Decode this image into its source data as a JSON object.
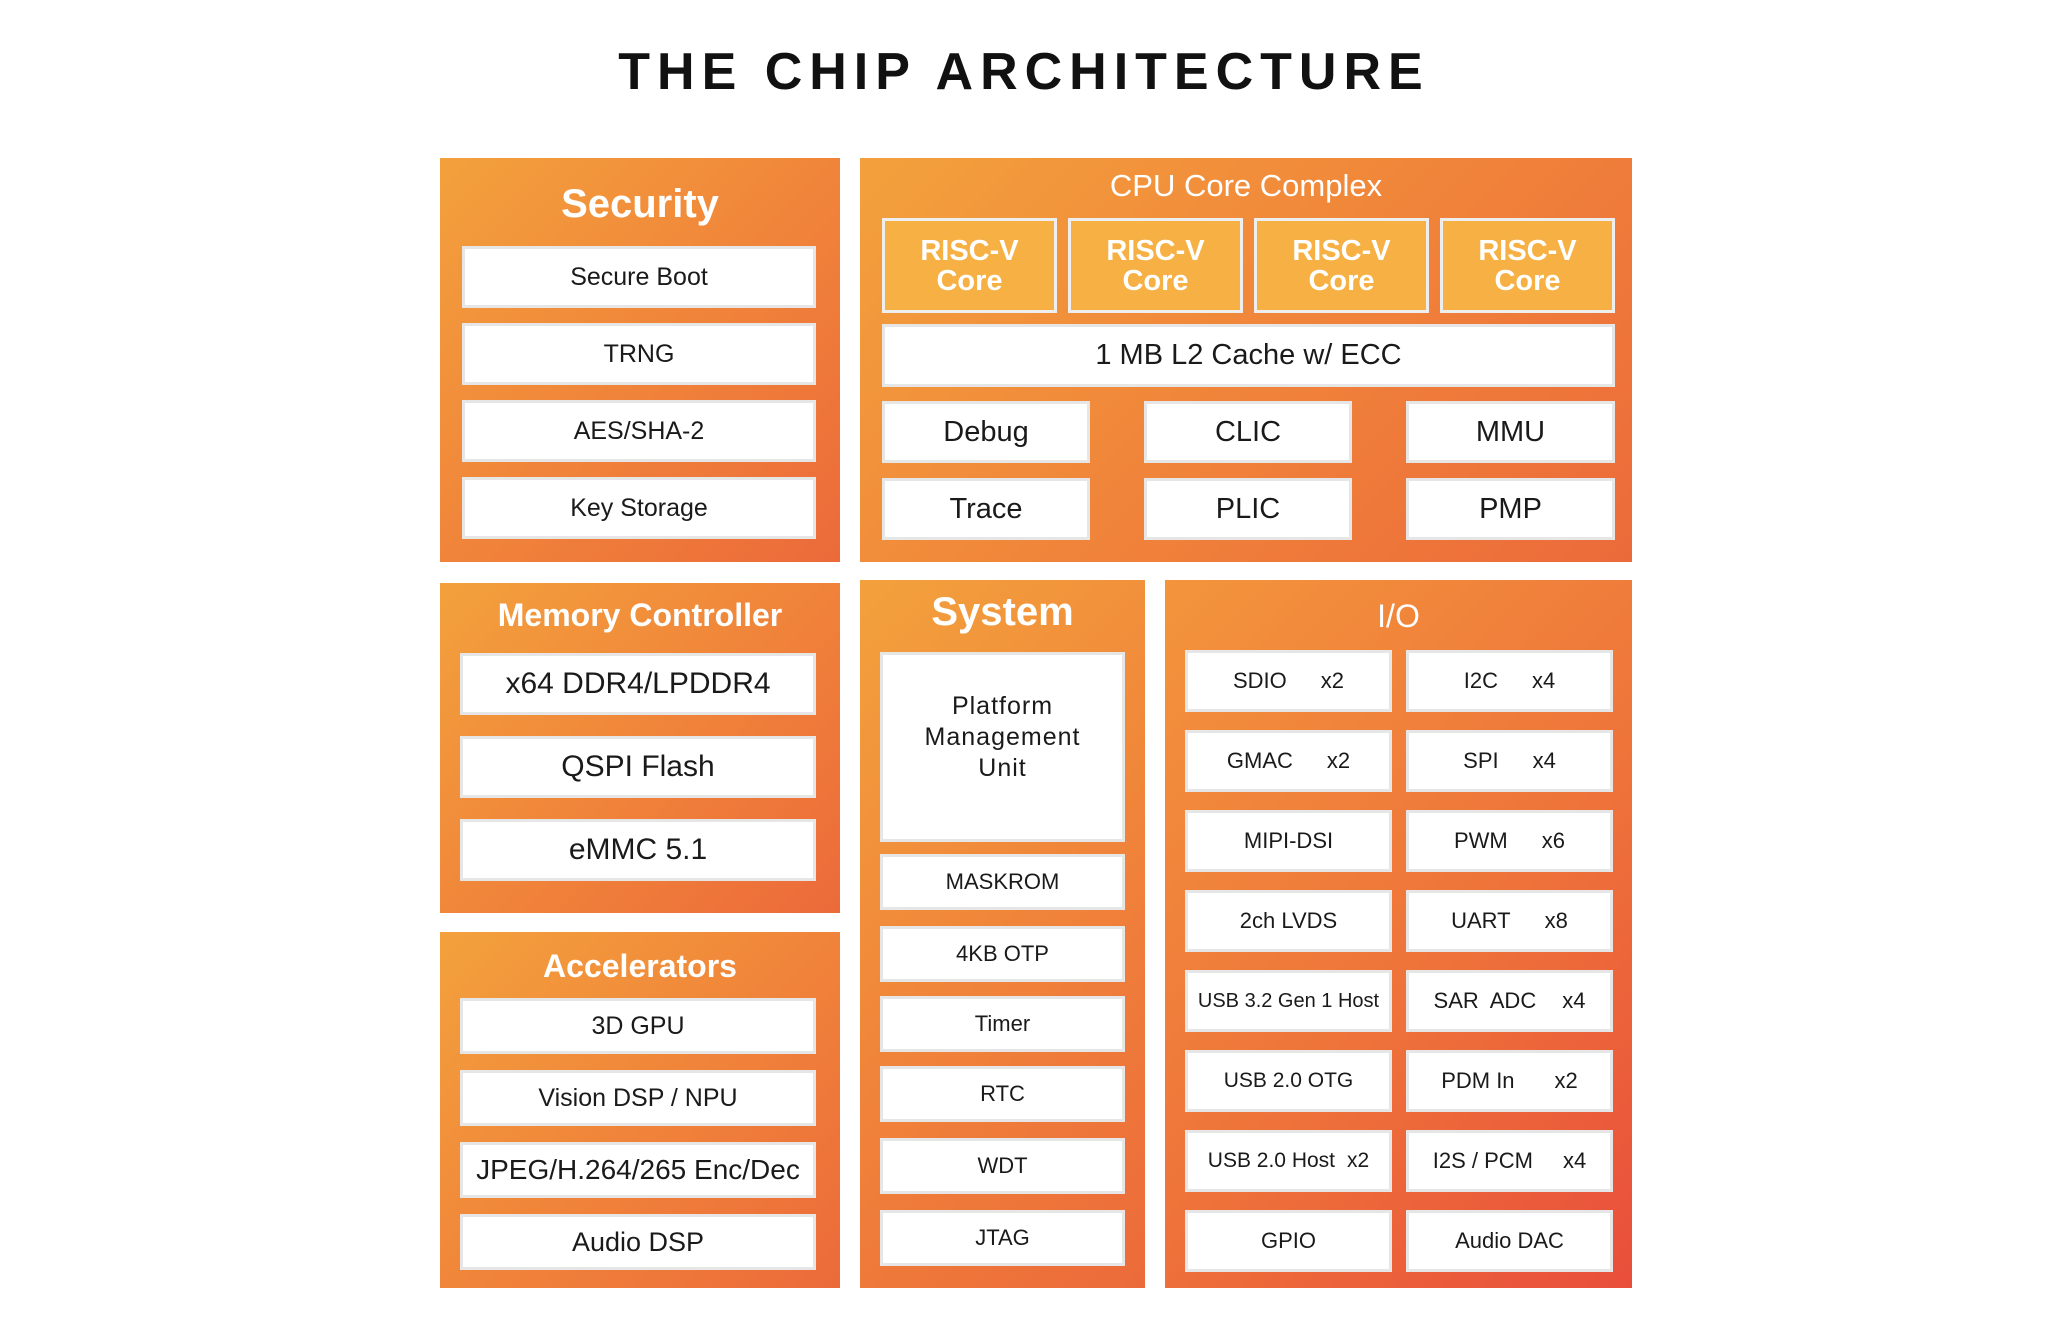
{
  "title": "THE CHIP ARCHITECTURE",
  "security": {
    "title": "Security",
    "items": [
      "Secure Boot",
      "TRNG",
      "AES/SHA-2",
      "Key Storage"
    ]
  },
  "cpu": {
    "title": "CPU Core Complex",
    "cores": [
      {
        "line1": "RISC-V",
        "line2": "Core"
      },
      {
        "line1": "RISC-V",
        "line2": "Core"
      },
      {
        "line1": "RISC-V",
        "line2": "Core"
      },
      {
        "line1": "RISC-V",
        "line2": "Core"
      }
    ],
    "cache": "1 MB L2 Cache w/ ECC",
    "blocks": [
      "Debug",
      "CLIC",
      "MMU",
      "Trace",
      "PLIC",
      "PMP"
    ]
  },
  "memory": {
    "title": "Memory Controller",
    "items": [
      "x64 DDR4/LPDDR4",
      "QSPI Flash",
      "eMMC 5.1"
    ]
  },
  "accelerators": {
    "title": "Accelerators",
    "items": [
      "3D  GPU",
      "Vision DSP / NPU",
      "JPEG/H.264/265 Enc/Dec",
      "Audio DSP"
    ]
  },
  "system": {
    "title": "System",
    "pmu": {
      "line1": "Platform",
      "line2": "Management",
      "line3": "Unit"
    },
    "items": [
      "MASKROM",
      "4KB OTP",
      "Timer",
      "RTC",
      "WDT",
      "JTAG"
    ]
  },
  "io": {
    "title": "I/O",
    "left": [
      {
        "name": "SDIO",
        "qty": "x2"
      },
      {
        "name": "GMAC",
        "qty": "x2"
      },
      {
        "name": "MIPI-DSI",
        "qty": ""
      },
      {
        "name": "2ch LVDS",
        "qty": ""
      },
      {
        "name": "USB 3.2 Gen 1 Host",
        "qty": ""
      },
      {
        "name": "USB 2.0 OTG",
        "qty": ""
      },
      {
        "name": "USB 2.0 Host",
        "qty": "x2"
      },
      {
        "name": "GPIO",
        "qty": ""
      }
    ],
    "right": [
      {
        "name": "I2C",
        "qty": "x4"
      },
      {
        "name": "SPI",
        "qty": "x4"
      },
      {
        "name": "PWM",
        "qty": "x6"
      },
      {
        "name": "UART",
        "qty": "x8"
      },
      {
        "name": "SAR  ADC",
        "qty": "x4"
      },
      {
        "name": "PDM In",
        "qty": "x2"
      },
      {
        "name": "I2S / PCM",
        "qty": "x4"
      },
      {
        "name": "Audio DAC",
        "qty": ""
      }
    ]
  }
}
